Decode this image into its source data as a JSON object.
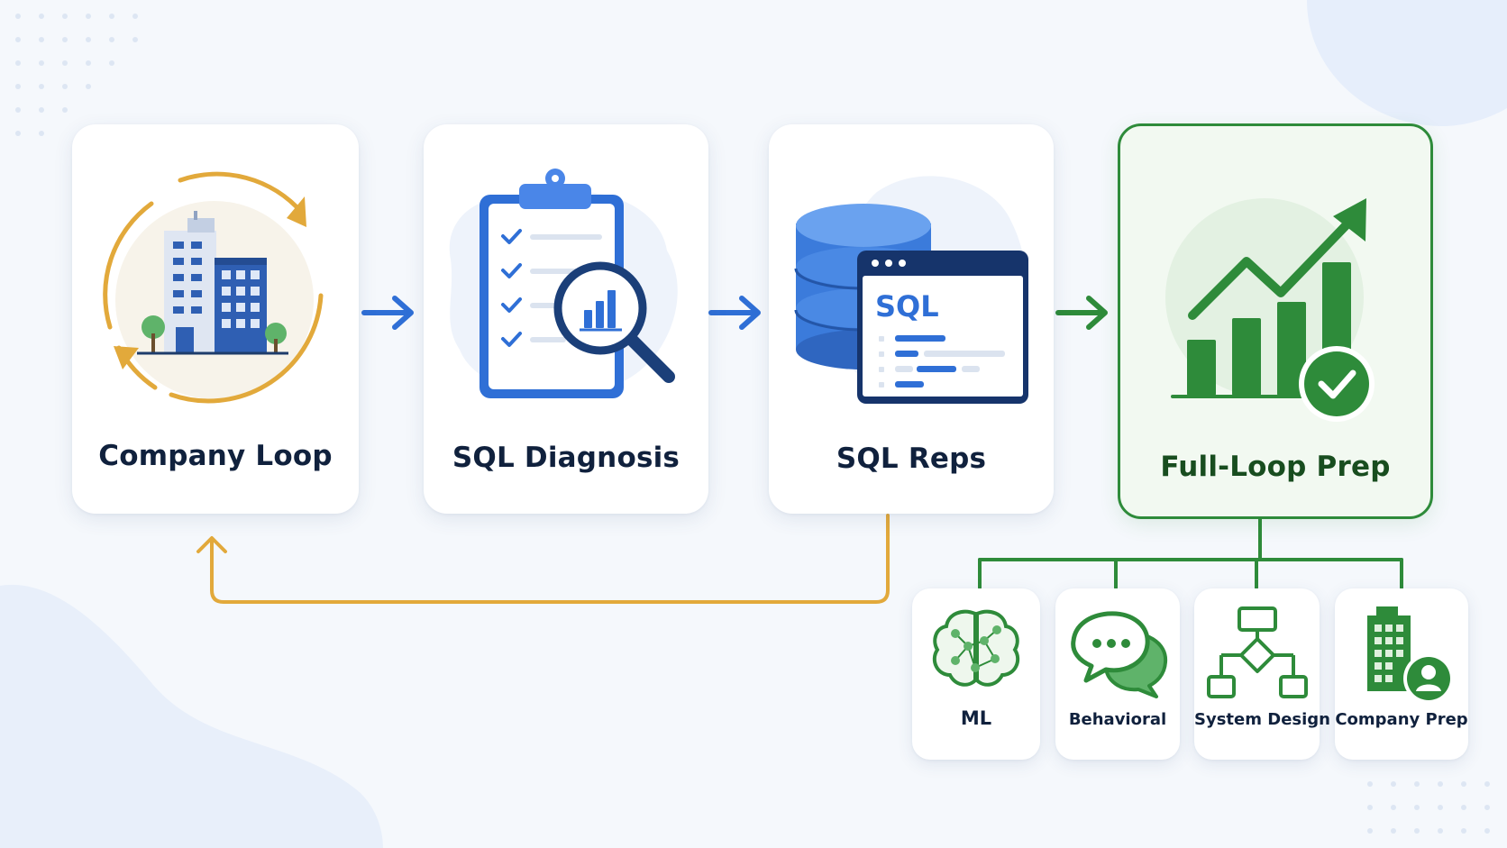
{
  "diagram": {
    "steps": [
      {
        "label": "Company Loop",
        "icon": "company-loop-icon"
      },
      {
        "label": "SQL Diagnosis",
        "icon": "clipboard-magnifier-icon"
      },
      {
        "label": "SQL Reps",
        "icon": "database-sql-icon",
        "icon_text": "SQL"
      },
      {
        "label": "Full-Loop Prep",
        "icon": "growth-chart-check-icon"
      }
    ],
    "branches": [
      {
        "label": "ML",
        "icon": "brain-icon"
      },
      {
        "label": "Behavioral",
        "icon": "chat-bubbles-icon"
      },
      {
        "label": "System Design",
        "icon": "flowchart-icon"
      },
      {
        "label": "Company Prep",
        "icon": "building-person-icon"
      }
    ],
    "connections": [
      {
        "from": "Company Loop",
        "to": "SQL Diagnosis",
        "type": "arrow"
      },
      {
        "from": "SQL Diagnosis",
        "to": "SQL Reps",
        "type": "arrow"
      },
      {
        "from": "SQL Reps",
        "to": "Full-Loop Prep",
        "type": "arrow"
      },
      {
        "from": "SQL Reps",
        "to": "Company Loop",
        "type": "loop-back"
      },
      {
        "from": "Full-Loop Prep",
        "to": [
          "ML",
          "Behavioral",
          "System Design",
          "Company Prep"
        ],
        "type": "tree"
      }
    ],
    "colors": {
      "primary_blue": "#2f6fd6",
      "accent_gold": "#e2a93b",
      "success_green": "#2e8b3a",
      "text_dark": "#10213d"
    }
  }
}
